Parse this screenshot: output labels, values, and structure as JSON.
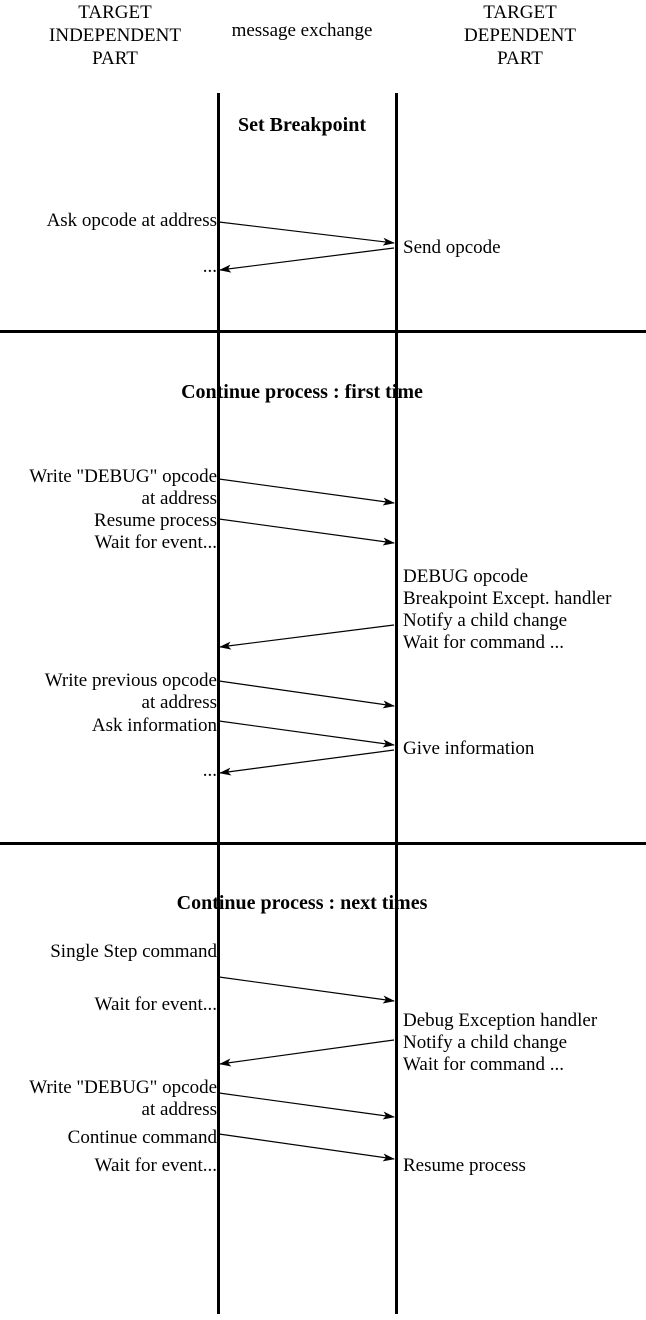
{
  "headers": {
    "left": "TARGET\nINDEPENDENT\nPART",
    "middle": "message exchange",
    "right": "TARGET\nDEPENDENT\nPART"
  },
  "sections": [
    {
      "title": "Set Breakpoint",
      "left_labels": [
        "Ask opcode at address",
        "..."
      ],
      "right_labels": [
        "Send opcode"
      ]
    },
    {
      "title": "Continue process : first time",
      "left_labels": [
        "Write \"DEBUG\" opcode\nat address",
        "Resume process",
        "Wait for event...",
        "Write previous opcode\nat address",
        "Ask information",
        "..."
      ],
      "right_labels": [
        "DEBUG opcode\n Breakpoint Except. handler\n Notify a child change\nWait for command ...",
        "Give information"
      ]
    },
    {
      "title": "Continue process : next times",
      "left_labels": [
        "Single Step command",
        "Wait for event...",
        "Write \"DEBUG\" opcode\nat address",
        "Continue command",
        "Wait for event..."
      ],
      "right_labels": [
        "Debug Exception handler\nNotify a child change\nWait for command ...",
        "Resume process"
      ]
    }
  ],
  "colors": {
    "stroke": "#000000",
    "background": "#ffffff"
  }
}
